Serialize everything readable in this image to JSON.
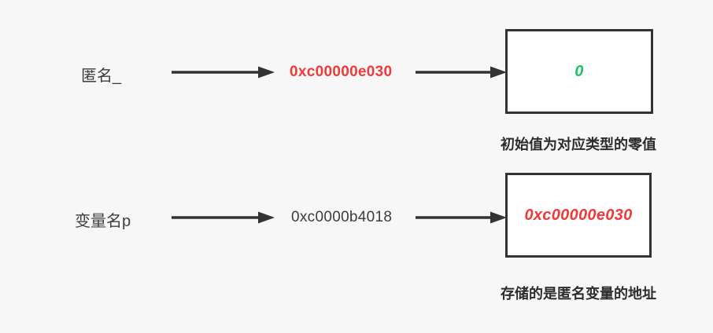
{
  "diagram": {
    "background": "#f7f7f8",
    "colors": {
      "red": "#ee3b38",
      "green": "#1dc268",
      "dark": "#3c3c3c",
      "border": "#333333",
      "box_fill": "#ffffff"
    }
  },
  "rows": [
    {
      "label": "匿名_",
      "address": "0xc00000e030",
      "address_color": "red",
      "box_value": "0",
      "box_value_color": "green",
      "caption": "初始值为对应类型的零值"
    },
    {
      "label": "变量名p",
      "address": "0xc0000b4018",
      "address_color": "dark",
      "box_value": "0xc00000e030",
      "box_value_color": "red",
      "caption": "存储的是匿名变量的地址"
    }
  ]
}
